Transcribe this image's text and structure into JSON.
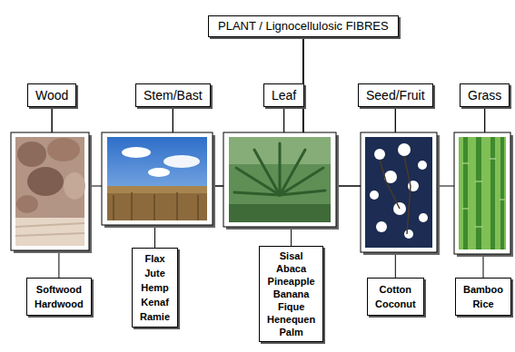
{
  "diagram": {
    "nodes": [
      {
        "text": [
          "PLANT / Lignocellulosic FIBRES"
        ]
      },
      {
        "text": [
          "Wood"
        ]
      },
      {
        "text": [
          "Stem/Bast"
        ]
      },
      {
        "text": [
          "Leaf"
        ]
      },
      {
        "text": [
          "Seed/Fruit"
        ]
      },
      {
        "text": [
          "Grass"
        ]
      },
      {
        "text": [
          "Softwood",
          "Hardwood"
        ]
      },
      {
        "text": [
          "Flax",
          "Jute",
          "Hemp",
          "Kenaf",
          "Ramie"
        ]
      },
      {
        "text": [
          "Sisal",
          "Abaca",
          "Pineapple",
          "Banana",
          "Fique",
          "Henequen",
          "Palm"
        ]
      },
      {
        "text": [
          "Cotton",
          "Coconut"
        ]
      },
      {
        "text": [
          "Bamboo",
          "Rice"
        ]
      }
    ],
    "edges": [
      {
        "from": 0,
        "to": 1,
        "arrow": "none"
      },
      {
        "from": 0,
        "to": 2,
        "arrow": "none"
      },
      {
        "from": 0,
        "to": 3,
        "arrow": "none"
      },
      {
        "from": 0,
        "to": 4,
        "arrow": "none"
      },
      {
        "from": 0,
        "to": 5,
        "arrow": "none"
      },
      {
        "from": 1,
        "to": 6,
        "arrow": "none"
      },
      {
        "from": 2,
        "to": 7,
        "arrow": "none"
      },
      {
        "from": 3,
        "to": 8,
        "arrow": "none"
      },
      {
        "from": 4,
        "to": 9,
        "arrow": "none"
      },
      {
        "from": 5,
        "to": 10,
        "arrow": "none"
      }
    ]
  }
}
